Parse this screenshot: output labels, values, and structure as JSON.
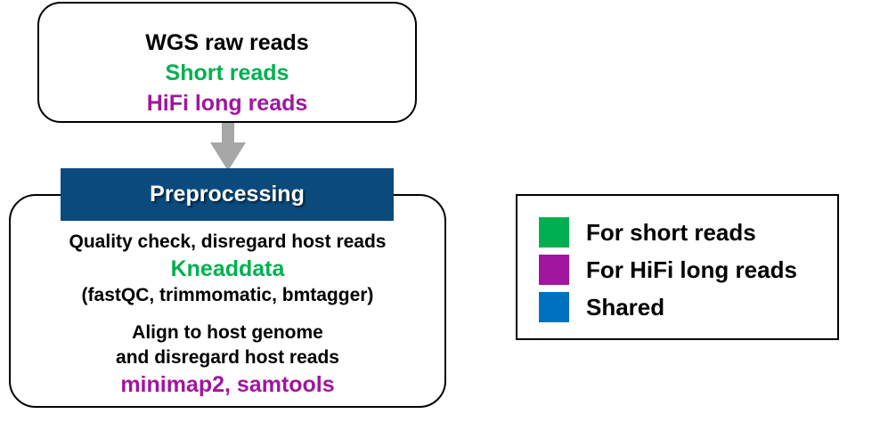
{
  "colors": {
    "short": "#00b050",
    "hifi": "#a0169e",
    "shared": "#0070c0",
    "header_bg": "#0b4a7d",
    "arrow": "#a6a6a6"
  },
  "input": {
    "title": "WGS raw reads",
    "short": "Short reads",
    "hifi": "HiFi long reads"
  },
  "preprocessing": {
    "header": "Preprocessing",
    "step1_line": "Quality check, disregard host reads",
    "step1_tool": "Kneaddata",
    "step1_sub": "(fastQC, trimmomatic, bmtagger)",
    "step2_line1": "Align to host genome",
    "step2_line2": "and disregard host reads",
    "step2_tool": "minimap2, samtools"
  },
  "legend": {
    "items": [
      {
        "label": "For short reads",
        "color": "#00b050",
        "icon": "green-square-icon"
      },
      {
        "label": "For HiFi long reads",
        "color": "#a0169e",
        "icon": "purple-square-icon"
      },
      {
        "label": "Shared",
        "color": "#0070c0",
        "icon": "blue-square-icon"
      }
    ]
  }
}
